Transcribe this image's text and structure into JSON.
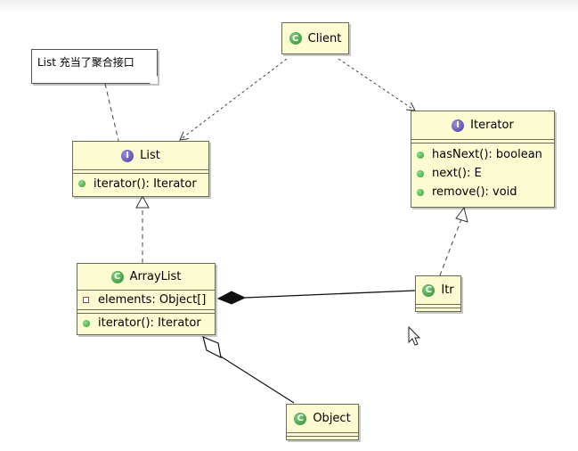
{
  "note": {
    "text": "List 充当了聚合接口"
  },
  "classes": {
    "client": {
      "name": "Client",
      "kind": "class"
    },
    "list": {
      "name": "List",
      "kind": "interface",
      "methods": [
        "iterator(): Iterator"
      ]
    },
    "iterator": {
      "name": "Iterator",
      "kind": "interface",
      "methods": [
        "hasNext(): boolean",
        "next(): E",
        "remove(): void"
      ]
    },
    "arraylist": {
      "name": "ArrayList",
      "kind": "class",
      "fields": [
        "elements: Object[]"
      ],
      "methods": [
        "iterator(): Iterator"
      ]
    },
    "itr": {
      "name": "Itr",
      "kind": "class"
    },
    "object": {
      "name": "Object",
      "kind": "class"
    }
  },
  "icons": {
    "class": "C",
    "interface": "I"
  },
  "colors": {
    "class_fill": "#fdfbd2",
    "class_icon": "#2c8a2c",
    "interface_icon": "#4a3d9a",
    "member_public": "#2f9a2f",
    "member_private": "#c0392b"
  }
}
